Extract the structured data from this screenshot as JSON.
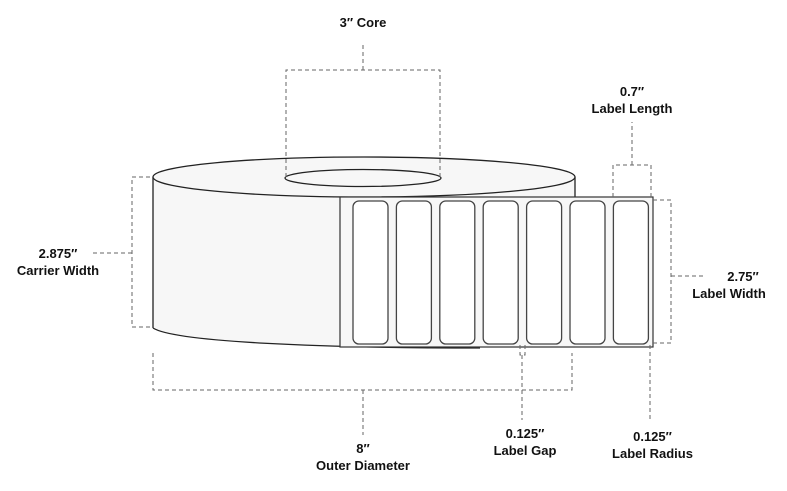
{
  "title": "Label roll dimension diagram",
  "colors": {
    "outline": "#222222",
    "label_outline": "#444444",
    "roll_fill": "#f7f7f7",
    "label_fill": "#ffffff",
    "dimension_line": "#666666",
    "text": "#111111"
  },
  "dimensions": {
    "core": {
      "value": "3″",
      "name": "Core"
    },
    "label_length": {
      "value": "0.7″",
      "name": "Label Length"
    },
    "carrier_width": {
      "value": "2.875″",
      "name": "Carrier Width"
    },
    "label_width": {
      "value": "2.75″",
      "name": "Label Width"
    },
    "outer_diameter": {
      "value": "8″",
      "name": "Outer Diameter"
    },
    "label_gap": {
      "value": "0.125″",
      "name": "Label Gap"
    },
    "label_radius": {
      "value": "0.125″",
      "name": "Label Radius"
    }
  },
  "labels_visible_count": 7
}
